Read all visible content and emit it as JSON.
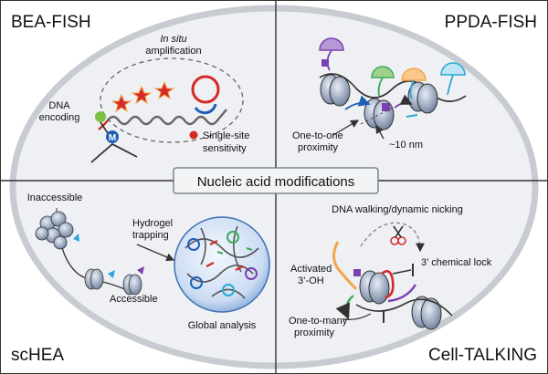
{
  "center_label": "Nucleic acid modifications",
  "quadrants": {
    "top_left": {
      "title": "BEA-FISH",
      "labels": {
        "in_situ_1": "In situ",
        "in_situ_2": "amplification",
        "dna_1": "DNA",
        "dna_2": "encoding",
        "methyl": "M",
        "single_1": "Single-site",
        "single_2": "sensitivity"
      }
    },
    "top_right": {
      "title": "PPDA-FISH",
      "labels": {
        "one_to_one_1": "One-to-one",
        "one_to_one_2": "proximity",
        "nm": "~10 nm"
      }
    },
    "bottom_left": {
      "title": "scHEA",
      "labels": {
        "inaccessible": "Inaccessible",
        "accessible": "Accessible",
        "hydrogel_1": "Hydrogel",
        "hydrogel_2": "trapping",
        "global": "Global analysis"
      }
    },
    "bottom_right": {
      "title": "Cell-TALKING",
      "labels": {
        "walking": "DNA walking/dynamic nicking",
        "lock": "3’ chemical lock",
        "activated_1": "Activated",
        "activated_2": "3’-OH",
        "one_to_many_1": "One-to-many",
        "one_to_many_2": "proximity"
      }
    }
  },
  "colors": {
    "ellipse_fill": "#eef0f3",
    "ellipse_stroke": "#c8ccd2",
    "gray_ring": "#9aa0a6",
    "red": "#d62828",
    "blue": "#1f5fb5",
    "purple": "#7b3fb0",
    "cyan": "#2aa7d8",
    "green": "#3caa5a",
    "orange": "#f3a64a",
    "center_box": "#f2f3f5"
  },
  "icons": [
    "scissors-icon",
    "red-dot-icon",
    "star-icon"
  ]
}
